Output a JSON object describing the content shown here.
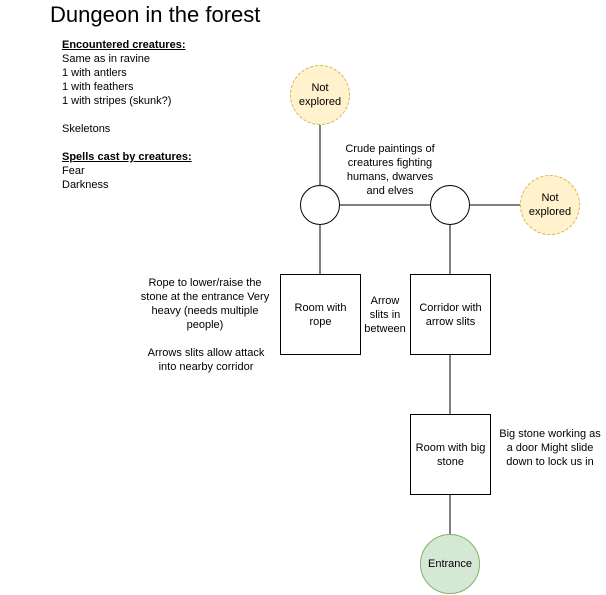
{
  "title": "Dungeon in the forest",
  "notes": {
    "creatures_heading": "Encountered creatures:",
    "creatures": [
      "Same as in ravine",
      "1 with antlers",
      "1 with feathers",
      "1 with stripes (skunk?)"
    ],
    "skeletons": "Skeletons",
    "spells_heading": "Spells cast by creatures:",
    "spells": [
      "Fear",
      "Darkness"
    ]
  },
  "nodes": {
    "not_explored_top": "Not explored",
    "not_explored_right": "Not explored",
    "room_with_rope": "Room with rope",
    "corridor_arrow_slits": "Corridor with arrow slits",
    "room_big_stone": "Room with big stone",
    "entrance": "Entrance"
  },
  "annotations": {
    "paintings": "Crude paintings of creatures fighting humans, dwarves and elves",
    "rope": "Rope to lower/raise the stone at the entrance Very heavy (needs multiple people)",
    "arrows_attack": "Arrows slits allow attack into nearby corridor",
    "arrow_slits_between": "Arrow slits in between",
    "big_stone": "Big stone working as a door Might slide down to lock us in"
  },
  "colors": {
    "unexplored_fill": "#fff2cc",
    "unexplored_stroke": "#d6b656",
    "entrance_fill": "#d5e8d4",
    "entrance_stroke": "#82b366"
  }
}
